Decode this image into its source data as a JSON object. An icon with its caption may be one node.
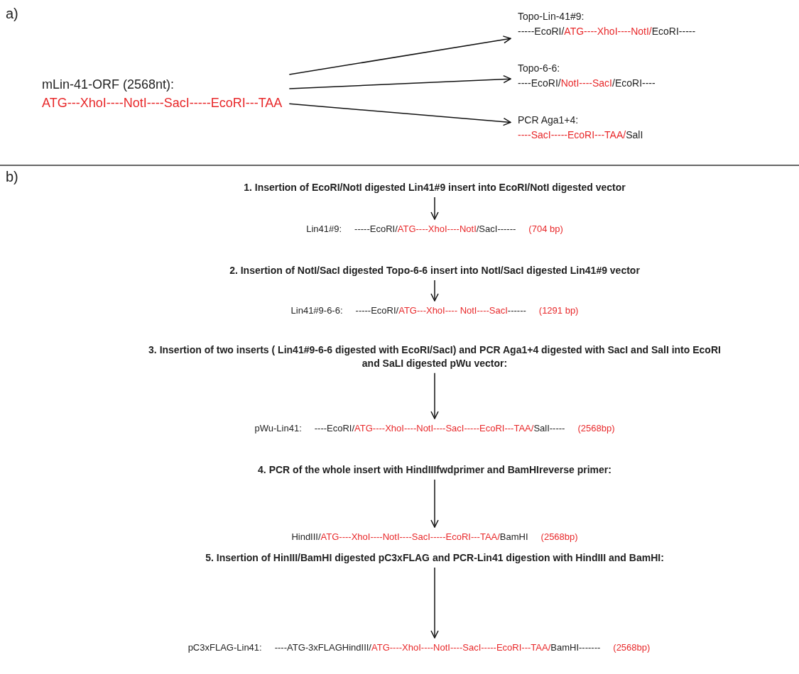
{
  "diagram": {
    "nodes": [
      {
        "text": [
          "mLin-41-ORF (2568nt):",
          "ATG---XhoI----NotI----SacI-----EcoRI---TAA"
        ]
      },
      {
        "text": [
          "Topo-Lin-41#9:",
          "-----EcoRI/",
          "ATG----XhoI----NotI/",
          "EcoRI-----"
        ]
      },
      {
        "text": [
          "Topo-6-6:",
          "----EcoRI/",
          "NotI----SacI",
          "/EcoRI----"
        ]
      },
      {
        "text": [
          "PCR Aga1+4:",
          "----SacI-----EcoRI---TAA/",
          "SalI"
        ]
      },
      {
        "text": [
          "1. Insertion of EcoRI/NotI digested Lin41#9 insert into EcoRI/NotI digested vector"
        ]
      },
      {
        "text": [
          "Lin41#9:",
          "-----EcoRI/",
          "ATG----XhoI----NotI",
          "/SacI------",
          "(704 bp)"
        ]
      },
      {
        "text": [
          "2. Insertion of NotI/SacI digested Topo-6-6 insert into NotI/SacI digested Lin41#9 vector"
        ]
      },
      {
        "text": [
          "Lin41#9-6-6:",
          "-----EcoRI/",
          "ATG---XhoI---- NotI----SacI",
          "------",
          "(1291 bp)"
        ]
      },
      {
        "text": [
          "3. Insertion of two inserts ( Lin41#9-6-6 digested with EcoRI/SacI) and PCR Aga1+4 digested with SacI and SalI into EcoRI and SaLI digested pWu vector:"
        ]
      },
      {
        "text": [
          "pWu-Lin41:",
          "----EcoRI/",
          "ATG----XhoI----NotI----SacI-----EcoRI---TAA/",
          "SalI-----",
          "(2568bp)"
        ]
      },
      {
        "text": [
          "4. PCR of the whole insert with HindIIIfwdprimer and BamHIreverse primer:"
        ]
      },
      {
        "text": [
          "HindIII/",
          "ATG----XhoI----NotI----SacI-----EcoRI---TAA/",
          "BamHI",
          "(2568bp)"
        ]
      },
      {
        "text": [
          "5. Insertion of HinIII/BamHI digested pC3xFLAG and PCR-Lin41 digestion with HindIII and BamHI:"
        ]
      },
      {
        "text": [
          "pC3xFLAG-Lin41:",
          "----ATG-3xFLAGHindIII/",
          "ATG----XhoI----NotI----SacI-----EcoRI---TAA/",
          "BamHI-------",
          "(2568bp)"
        ]
      }
    ],
    "edges": [
      {
        "from": 0,
        "to": 1,
        "arrow": "to"
      },
      {
        "from": 0,
        "to": 2,
        "arrow": "to"
      },
      {
        "from": 0,
        "to": 3,
        "arrow": "to"
      },
      {
        "from": 4,
        "to": 5,
        "arrow": "to"
      },
      {
        "from": 6,
        "to": 7,
        "arrow": "to"
      },
      {
        "from": 8,
        "to": 9,
        "arrow": "to"
      },
      {
        "from": 10,
        "to": 11,
        "arrow": "to"
      },
      {
        "from": 12,
        "to": 13,
        "arrow": "to"
      }
    ],
    "labels": [
      "a)",
      "b)"
    ]
  }
}
